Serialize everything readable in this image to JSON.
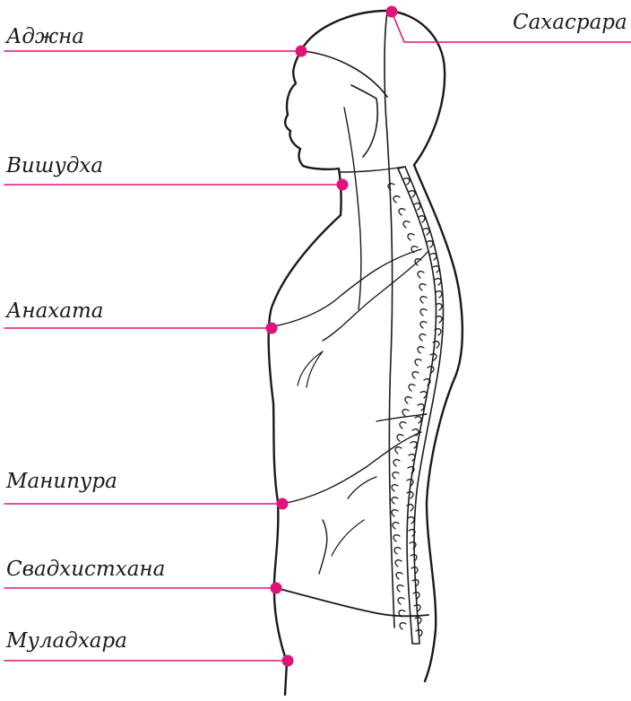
{
  "diagram": {
    "accent_color": "#e0137a",
    "line_color": "#1a1a1a",
    "chakras": [
      {
        "label": "Сахасрара"
      },
      {
        "label": "Аджна"
      },
      {
        "label": "Вишудха"
      },
      {
        "label": "Анахата"
      },
      {
        "label": "Манипура"
      },
      {
        "label": "Свадхистхана"
      },
      {
        "label": "Муладхара"
      }
    ]
  }
}
